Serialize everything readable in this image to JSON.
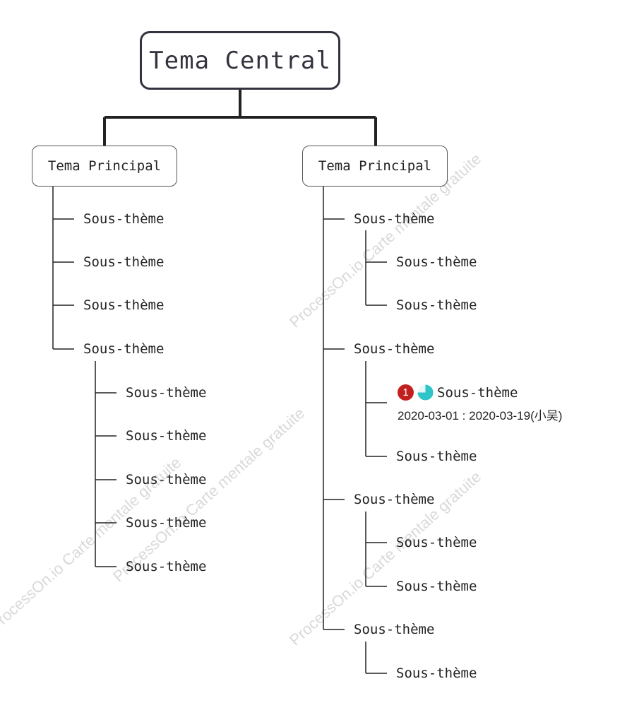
{
  "central": {
    "label": "Tema Central"
  },
  "branches": [
    {
      "label": "Tema Principal"
    },
    {
      "label": "Tema Principal"
    }
  ],
  "left_subtopics": [
    "Sous-thème",
    "Sous-thème",
    "Sous-thème",
    "Sous-thème",
    "Sous-thème",
    "Sous-thème",
    "Sous-thème",
    "Sous-thème",
    "Sous-thème"
  ],
  "right_subtopics": [
    "Sous-thème",
    "Sous-thème",
    "Sous-thème",
    "Sous-thème",
    "Sous-thème",
    "Sous-thème",
    "Sous-thème",
    "Sous-thème",
    "Sous-thème",
    "Sous-thème"
  ],
  "task": {
    "priority": "1",
    "priority_color": "#c21f1f",
    "progress_color": "#2ec4c8",
    "progress": 0.75,
    "label": "Sous-thème",
    "dates": "2020-03-01 : 2020-03-19(小吴)"
  },
  "watermark": {
    "text": "ProcessOn.io Carte mentale gratuite"
  },
  "colors": {
    "line": "#222222",
    "central_border": "#33333f"
  }
}
